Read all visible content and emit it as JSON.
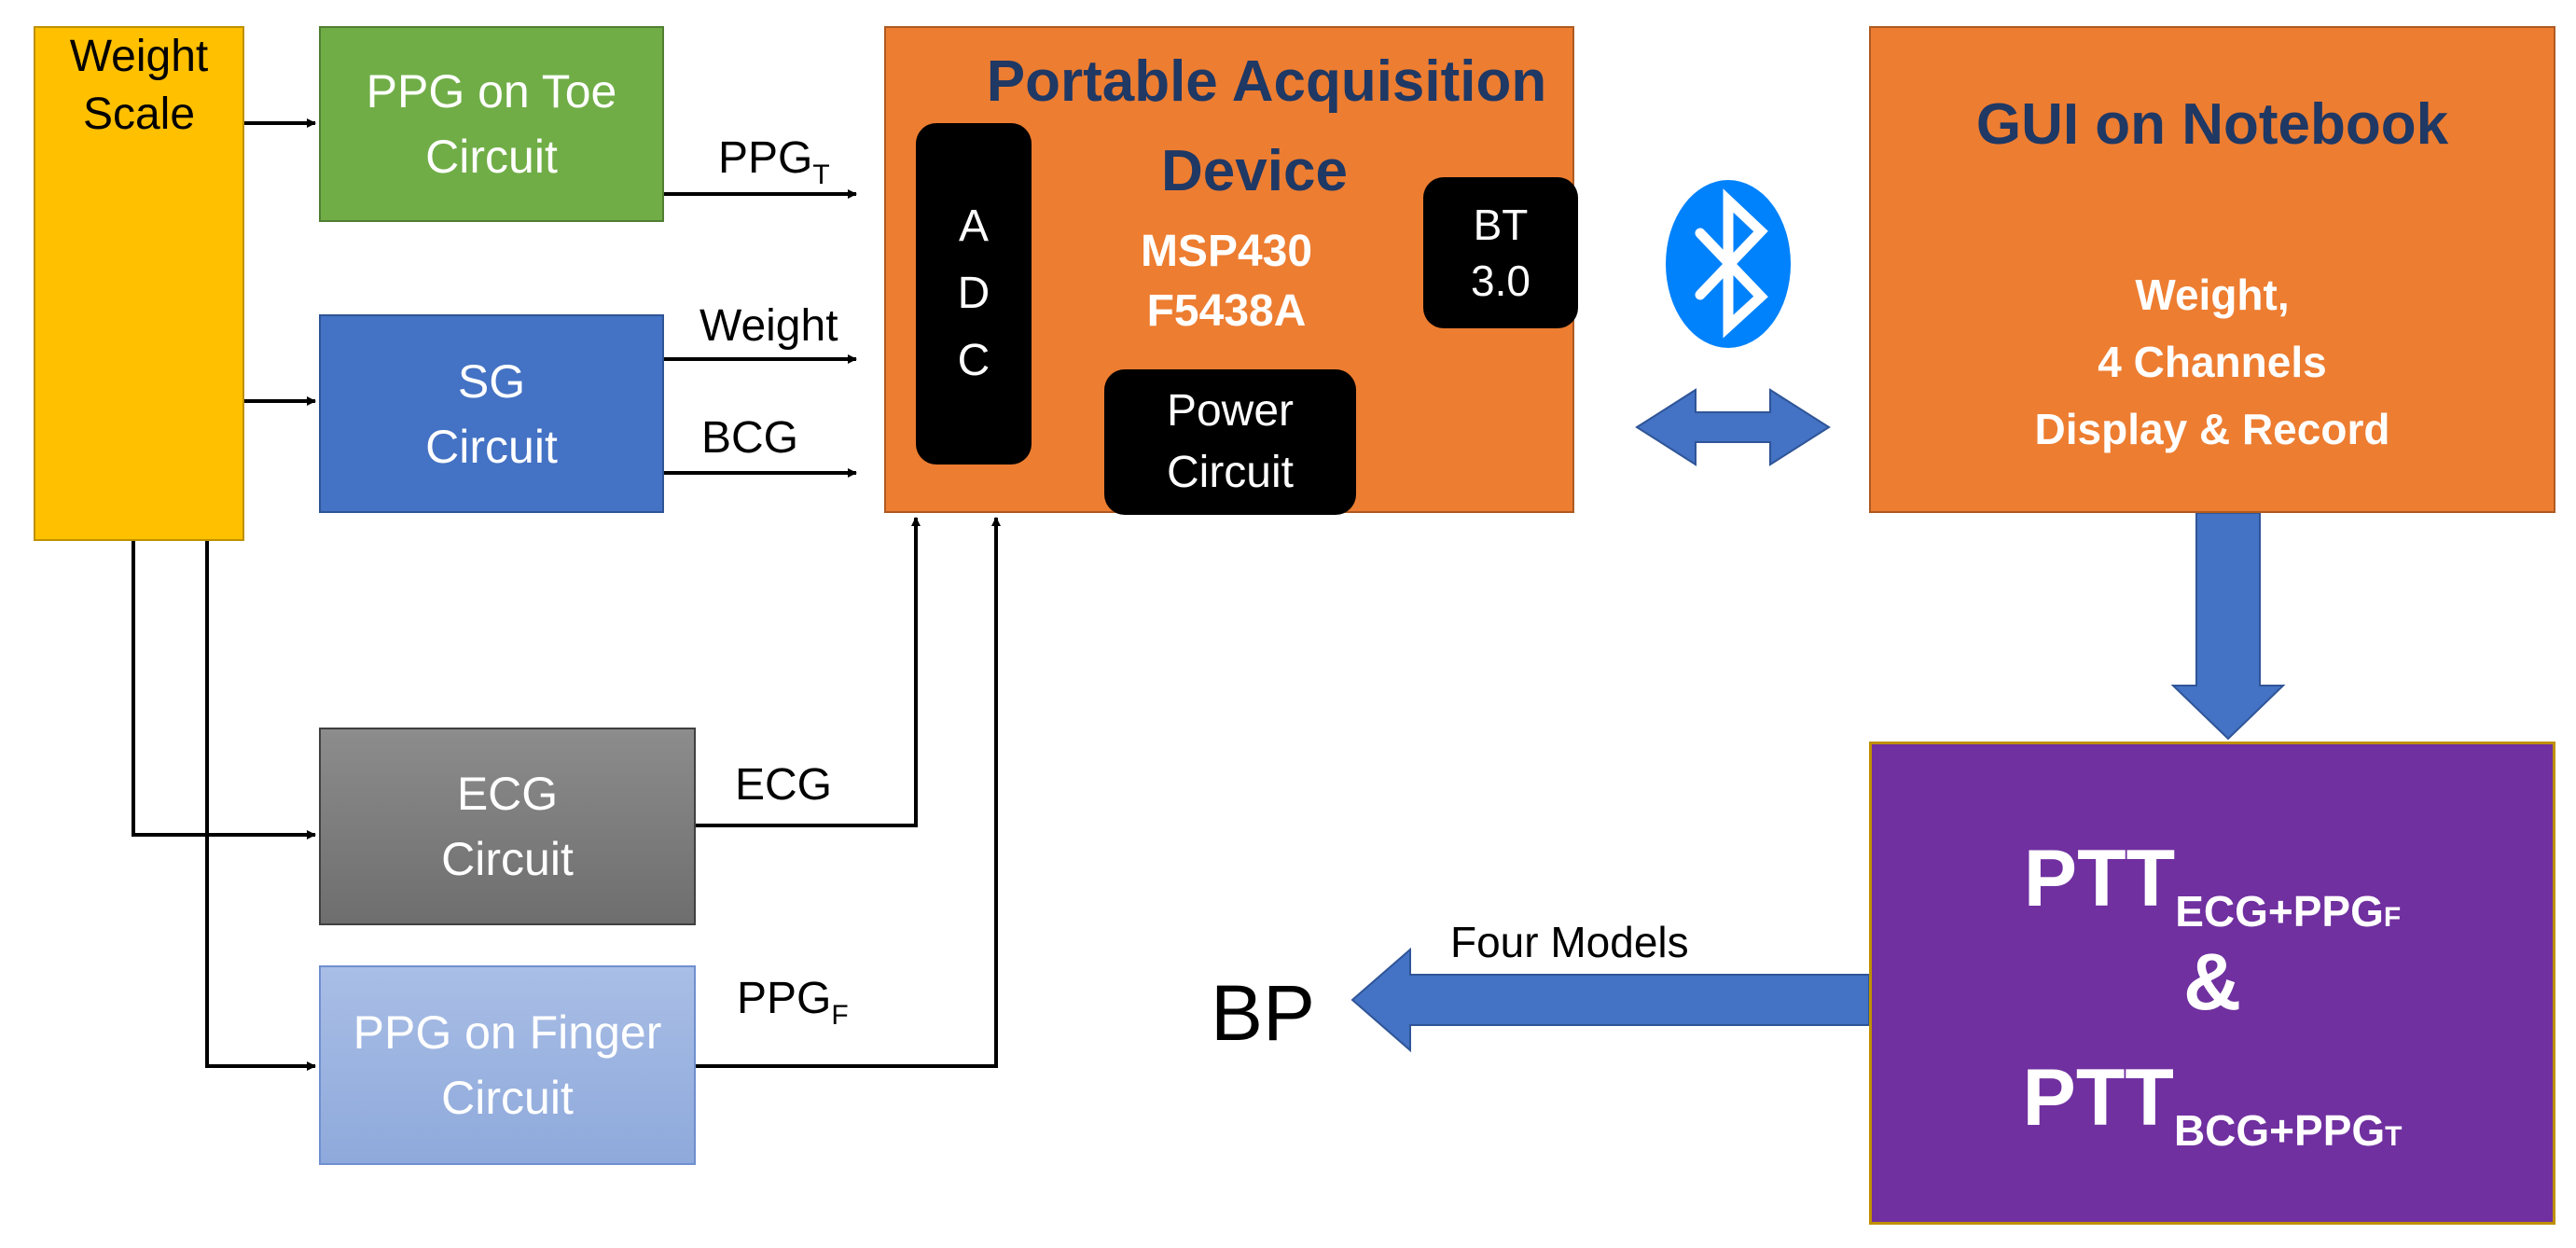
{
  "colors": {
    "weight_scale": "#FFC000",
    "person": "#4472C4",
    "ppg_toe": "#70AD47",
    "sg": "#4472C4",
    "ecg": "#7F7F7F",
    "ppg_finger": "#8FAADC",
    "orange": "#ED7D31",
    "navy": "#1F3864",
    "purple": "#7030A0",
    "arrow_blue": "#4472C4",
    "bluetooth": "#0082FC"
  },
  "weight_scale": {
    "line1": "Weight",
    "line2": "Scale"
  },
  "ppg_toe": {
    "line1": "PPG on Toe",
    "line2": "Circuit"
  },
  "sg": {
    "line1": "SG",
    "line2": "Circuit"
  },
  "ecg": {
    "line1": "ECG",
    "line2": "Circuit"
  },
  "ppg_finger": {
    "line1": "PPG on Finger",
    "line2": "Circuit"
  },
  "signals": {
    "ppg_t": {
      "base": "PPG",
      "sub": "T"
    },
    "weight": "Weight",
    "bcg": "BCG",
    "ecg": "ECG",
    "ppg_f": {
      "base": "PPG",
      "sub": "F"
    }
  },
  "acquisition": {
    "title1": "Portable Acquisition",
    "title2": "Device",
    "mcu1": "MSP430",
    "mcu2": "F5438A",
    "adc": [
      "A",
      "D",
      "C"
    ],
    "bt1": "BT",
    "bt2": "3.0",
    "power1": "Power",
    "power2": "Circuit"
  },
  "gui": {
    "title": "GUI on Notebook",
    "line1": "Weight,",
    "line2": "4 Channels",
    "line3": "Display & Record"
  },
  "ptt": {
    "base1": "PTT",
    "sub1_a": "ECG+PPG",
    "sub1_b": "F",
    "amp": "&",
    "base2": "PTT",
    "sub2_a": "BCG+PPG",
    "sub2_b": "T"
  },
  "four_models": "Four Models",
  "bp": "BP"
}
